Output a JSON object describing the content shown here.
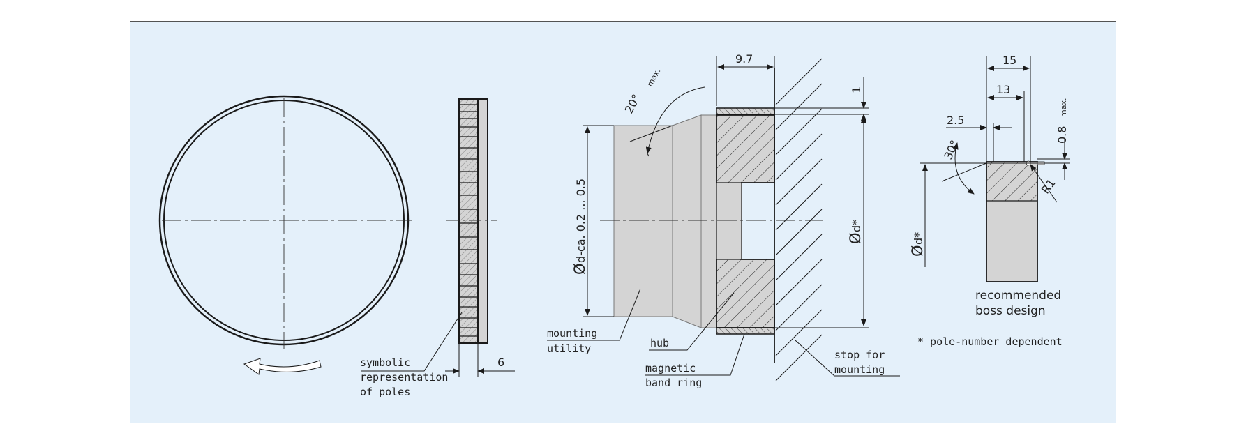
{
  "labels": {
    "poles": [
      "symbolic",
      "representation",
      "of poles"
    ],
    "mounting": [
      "mounting",
      "utility"
    ],
    "hub": "hub",
    "magnetic": [
      "magnetic",
      "band ring"
    ],
    "stop": [
      "stop for",
      "mounting"
    ],
    "boss": [
      "recommended",
      "boss design"
    ],
    "footnote": "* pole-number dependent"
  },
  "dims": {
    "thickness": "6",
    "width": "9.7",
    "band_thickness": "1",
    "angle_main": "20°",
    "angle_main_note": "max.",
    "dia_main_symbol": "Ø",
    "dia_main_text": "d-ca. 0.2 ... 0.5",
    "dia_bore_symbol": "Ø",
    "dia_bore_text": "d*",
    "boss_width_outer": "15",
    "boss_width_inner": "13",
    "boss_step": "2.5",
    "boss_depth": "0.8",
    "boss_depth_note": "max.",
    "boss_angle": "30°",
    "boss_radius": "R1",
    "boss_dia_symbol": "Ø",
    "boss_dia_text": "d*"
  },
  "colors": {
    "panel": "#e4f0fa",
    "part": "#d4d4d4",
    "line": "#1a1a1a"
  }
}
